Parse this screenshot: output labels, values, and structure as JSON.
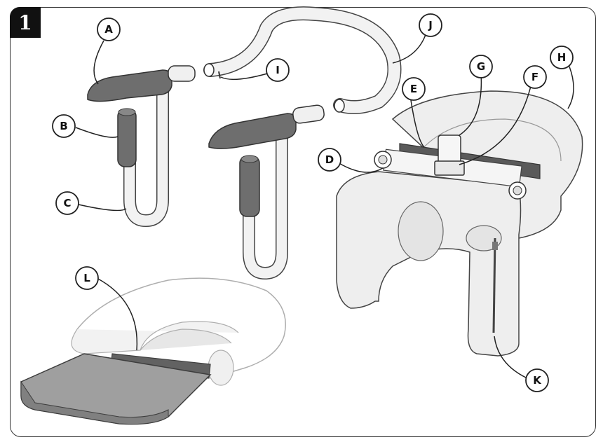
{
  "step_number": "1",
  "callouts": [
    {
      "id": "A",
      "label": "A",
      "part": "armrest-pad"
    },
    {
      "id": "B",
      "label": "B",
      "part": "grip-sleeve"
    },
    {
      "id": "C",
      "label": "C",
      "part": "side-frame-tube"
    },
    {
      "id": "D",
      "label": "D",
      "part": "tube-socket"
    },
    {
      "id": "E",
      "label": "E",
      "part": "harness-strap"
    },
    {
      "id": "F",
      "label": "F",
      "part": "buckle"
    },
    {
      "id": "G",
      "label": "G",
      "part": "center-clip"
    },
    {
      "id": "H",
      "label": "H",
      "part": "seat-cushion"
    },
    {
      "id": "I",
      "label": "I",
      "part": "locking-pin"
    },
    {
      "id": "J",
      "label": "J",
      "part": "curved-backrest-bar"
    },
    {
      "id": "K",
      "label": "K",
      "part": "zipper"
    },
    {
      "id": "L",
      "label": "L",
      "part": "leg-flap-strap"
    }
  ],
  "colors": {
    "frame": "#333333",
    "part_light": "#eeeeee",
    "part_dark": "#6e6e6e",
    "callout_fill": "#ffffff",
    "badge": "#111111"
  }
}
